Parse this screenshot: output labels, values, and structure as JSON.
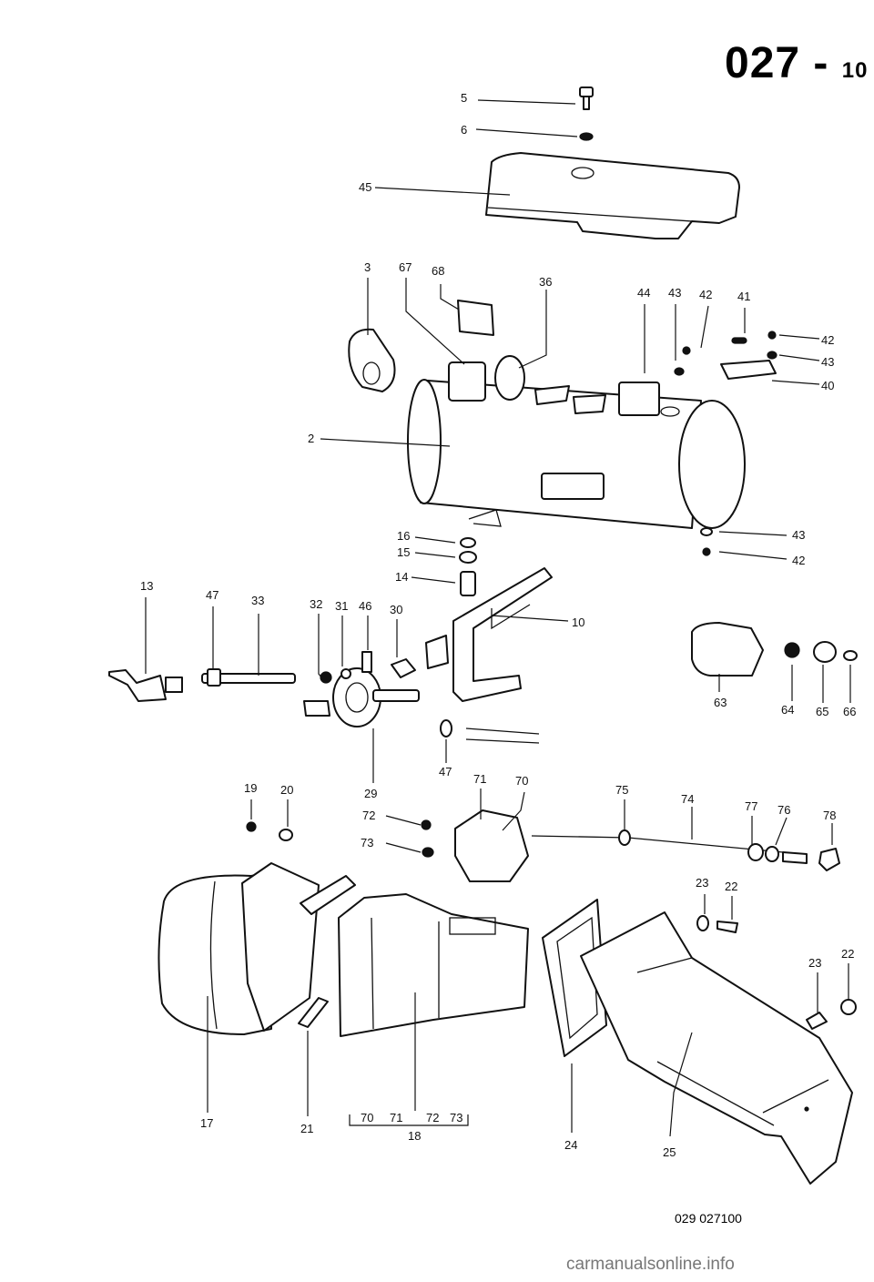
{
  "page": {
    "number": "027",
    "subnumber": "10"
  },
  "reference_code": "029 027100",
  "watermark": "carmanualsonline.info",
  "callouts": {
    "c5": "5",
    "c6": "6",
    "c45": "45",
    "c3": "3",
    "c67": "67",
    "c68": "68",
    "c36": "36",
    "c44": "44",
    "c43a": "43",
    "c42a": "42",
    "c41": "41",
    "c42b": "42",
    "c43b": "43",
    "c40": "40",
    "c2": "2",
    "c16": "16",
    "c15": "15",
    "c14": "14",
    "c43c": "43",
    "c42c": "42",
    "c10": "10",
    "c13": "13",
    "c47a": "47",
    "c33": "33",
    "c32": "32",
    "c31": "31",
    "c46": "46",
    "c30": "30",
    "c63": "63",
    "c64": "64",
    "c65": "65",
    "c66": "66",
    "c29": "29",
    "c47b": "47",
    "c19": "19",
    "c20": "20",
    "c71": "71",
    "c70": "70",
    "c72": "72",
    "c73": "73",
    "c75": "75",
    "c74": "74",
    "c77": "77",
    "c76": "76",
    "c78": "78",
    "c23a": "23",
    "c22a": "22",
    "c23b": "23",
    "c22b": "22",
    "c17": "17",
    "c21": "21",
    "c18": "18",
    "c24": "24",
    "c25": "25",
    "s70": "70",
    "s71": "71",
    "s72": "72",
    "s73": "73"
  }
}
